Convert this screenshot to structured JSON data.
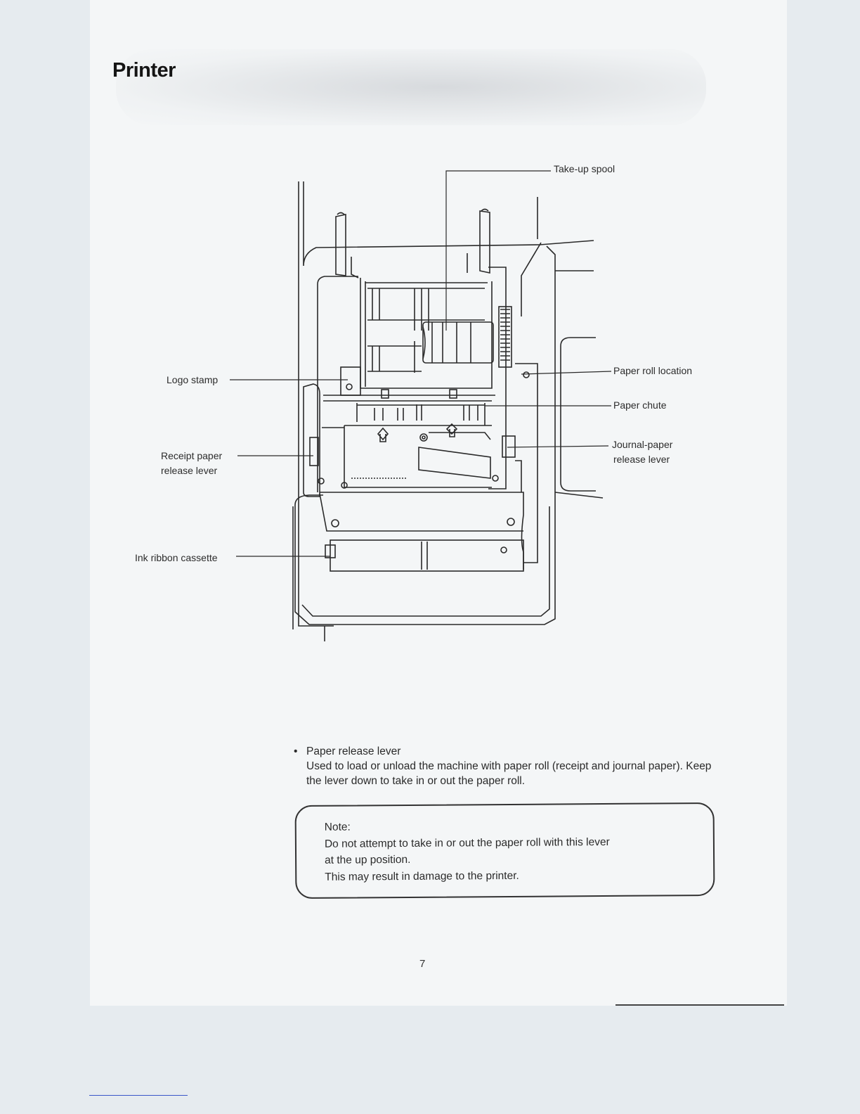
{
  "title": "Printer",
  "callouts": {
    "take_up_spool": "Take-up spool",
    "logo_stamp": "Logo stamp",
    "paper_roll_location": "Paper roll location",
    "paper_chute": "Paper chute",
    "receipt_paper_release_lever": [
      "Receipt paper",
      "release lever"
    ],
    "journal_paper_release_lever": [
      "Journal-paper",
      "release lever"
    ],
    "ink_ribbon_cassette": "Ink ribbon cassette"
  },
  "bullet": {
    "symbol": "•",
    "title": "Paper release lever",
    "body": "Used to load or unload the machine with paper roll (receipt and journal paper). Keep the lever down to take in or out the paper roll."
  },
  "note": {
    "heading": "Note:",
    "lines": [
      "Do not attempt to take in or out the paper roll with this lever",
      "at the up position.",
      "This may result in damage to the printer."
    ]
  },
  "page_number": "7"
}
